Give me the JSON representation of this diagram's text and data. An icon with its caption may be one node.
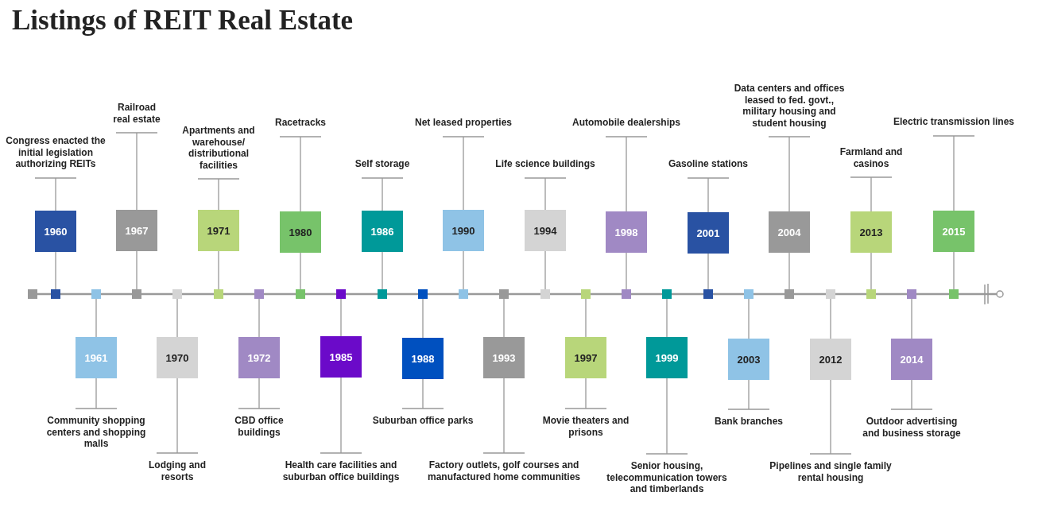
{
  "diagram": {
    "title": "Listings of REIT Real Estate",
    "nodes": [
      {
        "text": [],
        "shape": "box"
      },
      {
        "text": [
          "1960"
        ]
      },
      {
        "text": [
          "Congress enacted the initial legislation authorizing REITs"
        ]
      },
      {
        "text": [],
        "shape": "box"
      },
      {
        "text": [
          "1961"
        ]
      },
      {
        "text": [
          "Community shopping centers and shopping malls"
        ]
      },
      {
        "text": [],
        "shape": "box"
      },
      {
        "text": [
          "1967"
        ]
      },
      {
        "text": [
          "Railroad real estate"
        ]
      },
      {
        "text": [],
        "shape": "box"
      },
      {
        "text": [
          "1970"
        ]
      },
      {
        "text": [
          "Lodging and resorts"
        ]
      },
      {
        "text": [],
        "shape": "box"
      },
      {
        "text": [
          "1971"
        ]
      },
      {
        "text": [
          "Apartments and warehouse/ distributional facilities"
        ]
      },
      {
        "text": [],
        "shape": "box"
      },
      {
        "text": [
          "1972"
        ]
      },
      {
        "text": [
          "CBD office buildings"
        ]
      },
      {
        "text": [],
        "shape": "box"
      },
      {
        "text": [
          "1980"
        ]
      },
      {
        "text": [
          "Racetracks"
        ]
      },
      {
        "text": [],
        "shape": "box"
      },
      {
        "text": [
          "1985"
        ]
      },
      {
        "text": [
          "Health care facilities and suburban office buildings"
        ]
      },
      {
        "text": [],
        "shape": "box"
      },
      {
        "text": [
          "1986"
        ]
      },
      {
        "text": [
          "Self storage"
        ]
      },
      {
        "text": [],
        "shape": "box"
      },
      {
        "text": [
          "1988"
        ]
      },
      {
        "text": [
          "Suburban office parks"
        ]
      },
      {
        "text": [],
        "shape": "box"
      },
      {
        "text": [
          "1990"
        ]
      },
      {
        "text": [
          "Net leased properties"
        ]
      },
      {
        "text": [],
        "shape": "box"
      },
      {
        "text": [
          "1993"
        ]
      },
      {
        "text": [
          "Factory outlets, golf courses and manufactured home communities"
        ]
      },
      {
        "text": [],
        "shape": "box"
      },
      {
        "text": [
          "1994"
        ]
      },
      {
        "text": [
          "Life science buildings"
        ]
      },
      {
        "text": [],
        "shape": "box"
      },
      {
        "text": [
          "1997"
        ]
      },
      {
        "text": [
          "Movie theaters and prisons"
        ]
      },
      {
        "text": [],
        "shape": "box"
      },
      {
        "text": [
          "1998"
        ]
      },
      {
        "text": [
          "Automobile dealerships"
        ]
      },
      {
        "text": [],
        "shape": "box"
      },
      {
        "text": [
          "1999"
        ]
      },
      {
        "text": [
          "Senior housing, telecommunication towers and timberlands"
        ]
      },
      {
        "text": [],
        "shape": "box"
      },
      {
        "text": [
          "2001"
        ]
      },
      {
        "text": [
          "Gasoline stations"
        ]
      },
      {
        "text": [],
        "shape": "box"
      },
      {
        "text": [
          "2003"
        ]
      },
      {
        "text": [
          "Bank branches"
        ]
      },
      {
        "text": [],
        "shape": "box"
      },
      {
        "text": [
          "2004"
        ]
      },
      {
        "text": [
          "Data centers and offices leased to fed. govt., military housing and student housing"
        ]
      },
      {
        "text": [],
        "shape": "box"
      },
      {
        "text": [
          "2012"
        ]
      },
      {
        "text": [
          "Pipelines and single family rental housing"
        ]
      },
      {
        "text": [],
        "shape": "box"
      },
      {
        "text": [
          "2013"
        ]
      },
      {
        "text": [
          "Farmland and casinos"
        ]
      },
      {
        "text": [],
        "shape": "box"
      },
      {
        "text": [
          "2014"
        ]
      },
      {
        "text": [
          "Outdoor advertising and business storage"
        ]
      },
      {
        "text": [],
        "shape": "box"
      },
      {
        "text": [
          "2015"
        ]
      },
      {
        "text": [
          "Electric transmission lines"
        ]
      },
      {
        "text": [],
        "shape": "box"
      }
    ],
    "edges": [
      {
        "from": 1,
        "to": 2,
        "arrow": "none"
      },
      {
        "from": 1,
        "to": 3,
        "arrow": "none"
      },
      {
        "from": 4,
        "to": 5,
        "arrow": "none"
      },
      {
        "from": 4,
        "to": 6,
        "arrow": "none"
      },
      {
        "from": 7,
        "to": 8,
        "arrow": "none"
      },
      {
        "from": 7,
        "to": 9,
        "arrow": "none"
      },
      {
        "from": 10,
        "to": 11,
        "arrow": "none"
      },
      {
        "from": 10,
        "to": 12,
        "arrow": "none"
      },
      {
        "from": 13,
        "to": 14,
        "arrow": "none"
      },
      {
        "from": 13,
        "to": 15,
        "arrow": "none"
      },
      {
        "from": 16,
        "to": 17,
        "arrow": "none"
      },
      {
        "from": 16,
        "to": 18,
        "arrow": "none"
      },
      {
        "from": 19,
        "to": 20,
        "arrow": "none"
      },
      {
        "from": 19,
        "to": 21,
        "arrow": "none"
      },
      {
        "from": 22,
        "to": 23,
        "arrow": "none"
      },
      {
        "from": 22,
        "to": 24,
        "arrow": "none"
      },
      {
        "from": 25,
        "to": 26,
        "arrow": "none"
      },
      {
        "from": 25,
        "to": 27,
        "arrow": "none"
      },
      {
        "from": 28,
        "to": 29,
        "arrow": "none"
      },
      {
        "from": 28,
        "to": 30,
        "arrow": "none"
      },
      {
        "from": 31,
        "to": 32,
        "arrow": "none"
      },
      {
        "from": 31,
        "to": 33,
        "arrow": "none"
      },
      {
        "from": 34,
        "to": 35,
        "arrow": "none"
      },
      {
        "from": 34,
        "to": 36,
        "arrow": "none"
      },
      {
        "from": 37,
        "to": 38,
        "arrow": "none"
      },
      {
        "from": 37,
        "to": 39,
        "arrow": "none"
      },
      {
        "from": 40,
        "to": 41,
        "arrow": "none"
      },
      {
        "from": 40,
        "to": 42,
        "arrow": "none"
      },
      {
        "from": 43,
        "to": 44,
        "arrow": "none"
      },
      {
        "from": 43,
        "to": 45,
        "arrow": "none"
      },
      {
        "from": 46,
        "to": 47,
        "arrow": "none"
      },
      {
        "from": 46,
        "to": 48,
        "arrow": "none"
      },
      {
        "from": 49,
        "to": 50,
        "arrow": "none"
      },
      {
        "from": 49,
        "to": 51,
        "arrow": "none"
      },
      {
        "from": 52,
        "to": 53,
        "arrow": "none"
      },
      {
        "from": 52,
        "to": 54,
        "arrow": "none"
      },
      {
        "from": 55,
        "to": 56,
        "arrow": "none"
      },
      {
        "from": 55,
        "to": 57,
        "arrow": "none"
      },
      {
        "from": 58,
        "to": 59,
        "arrow": "none"
      },
      {
        "from": 58,
        "to": 60,
        "arrow": "none"
      },
      {
        "from": 61,
        "to": 62,
        "arrow": "none"
      },
      {
        "from": 61,
        "to": 63,
        "arrow": "none"
      },
      {
        "from": 64,
        "to": 65,
        "arrow": "none"
      },
      {
        "from": 64,
        "to": 66,
        "arrow": "none"
      },
      {
        "from": 67,
        "to": 68,
        "arrow": "none"
      },
      {
        "from": 67,
        "to": 69,
        "arrow": "none"
      }
    ]
  }
}
